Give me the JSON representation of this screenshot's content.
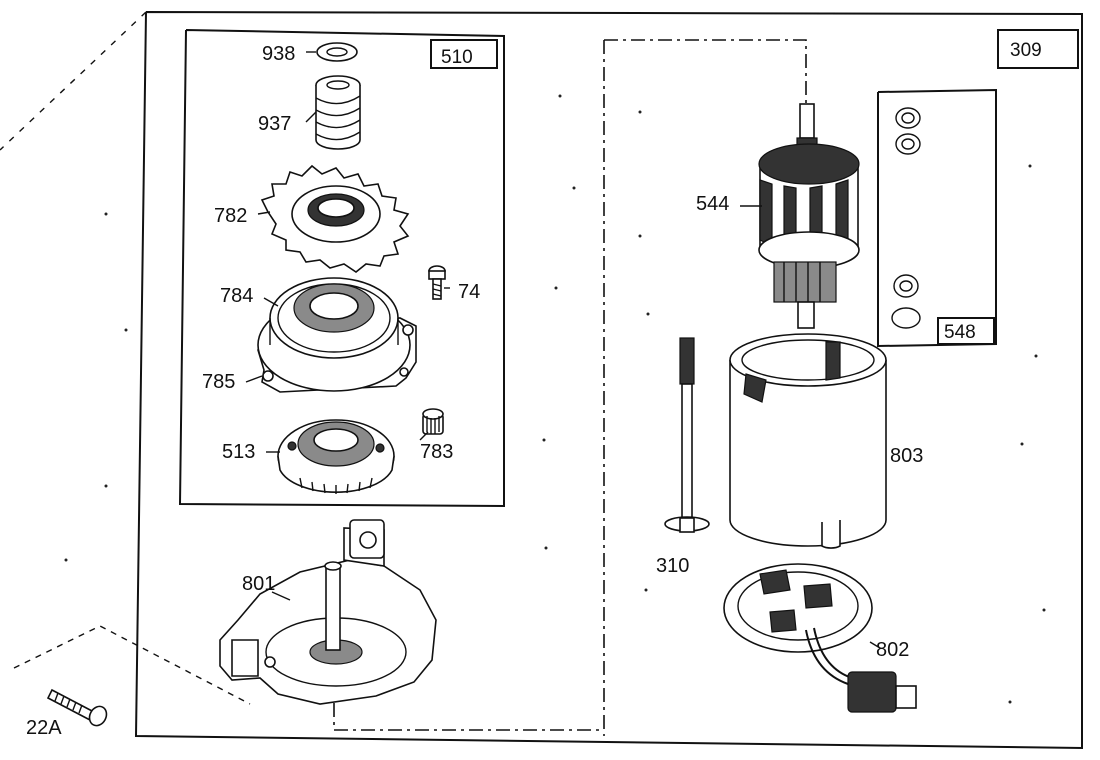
{
  "diagram": {
    "box_labels": {
      "left_group": "510",
      "main_group": "309",
      "small_group": "548"
    },
    "parts": {
      "p938": "938",
      "p937": "937",
      "p782": "782",
      "p784": "784",
      "p74": "74",
      "p785": "785",
      "p513": "513",
      "p783": "783",
      "p801": "801",
      "p22a": "22A",
      "p544": "544",
      "p310": "310",
      "p803": "803",
      "p802": "802"
    }
  }
}
